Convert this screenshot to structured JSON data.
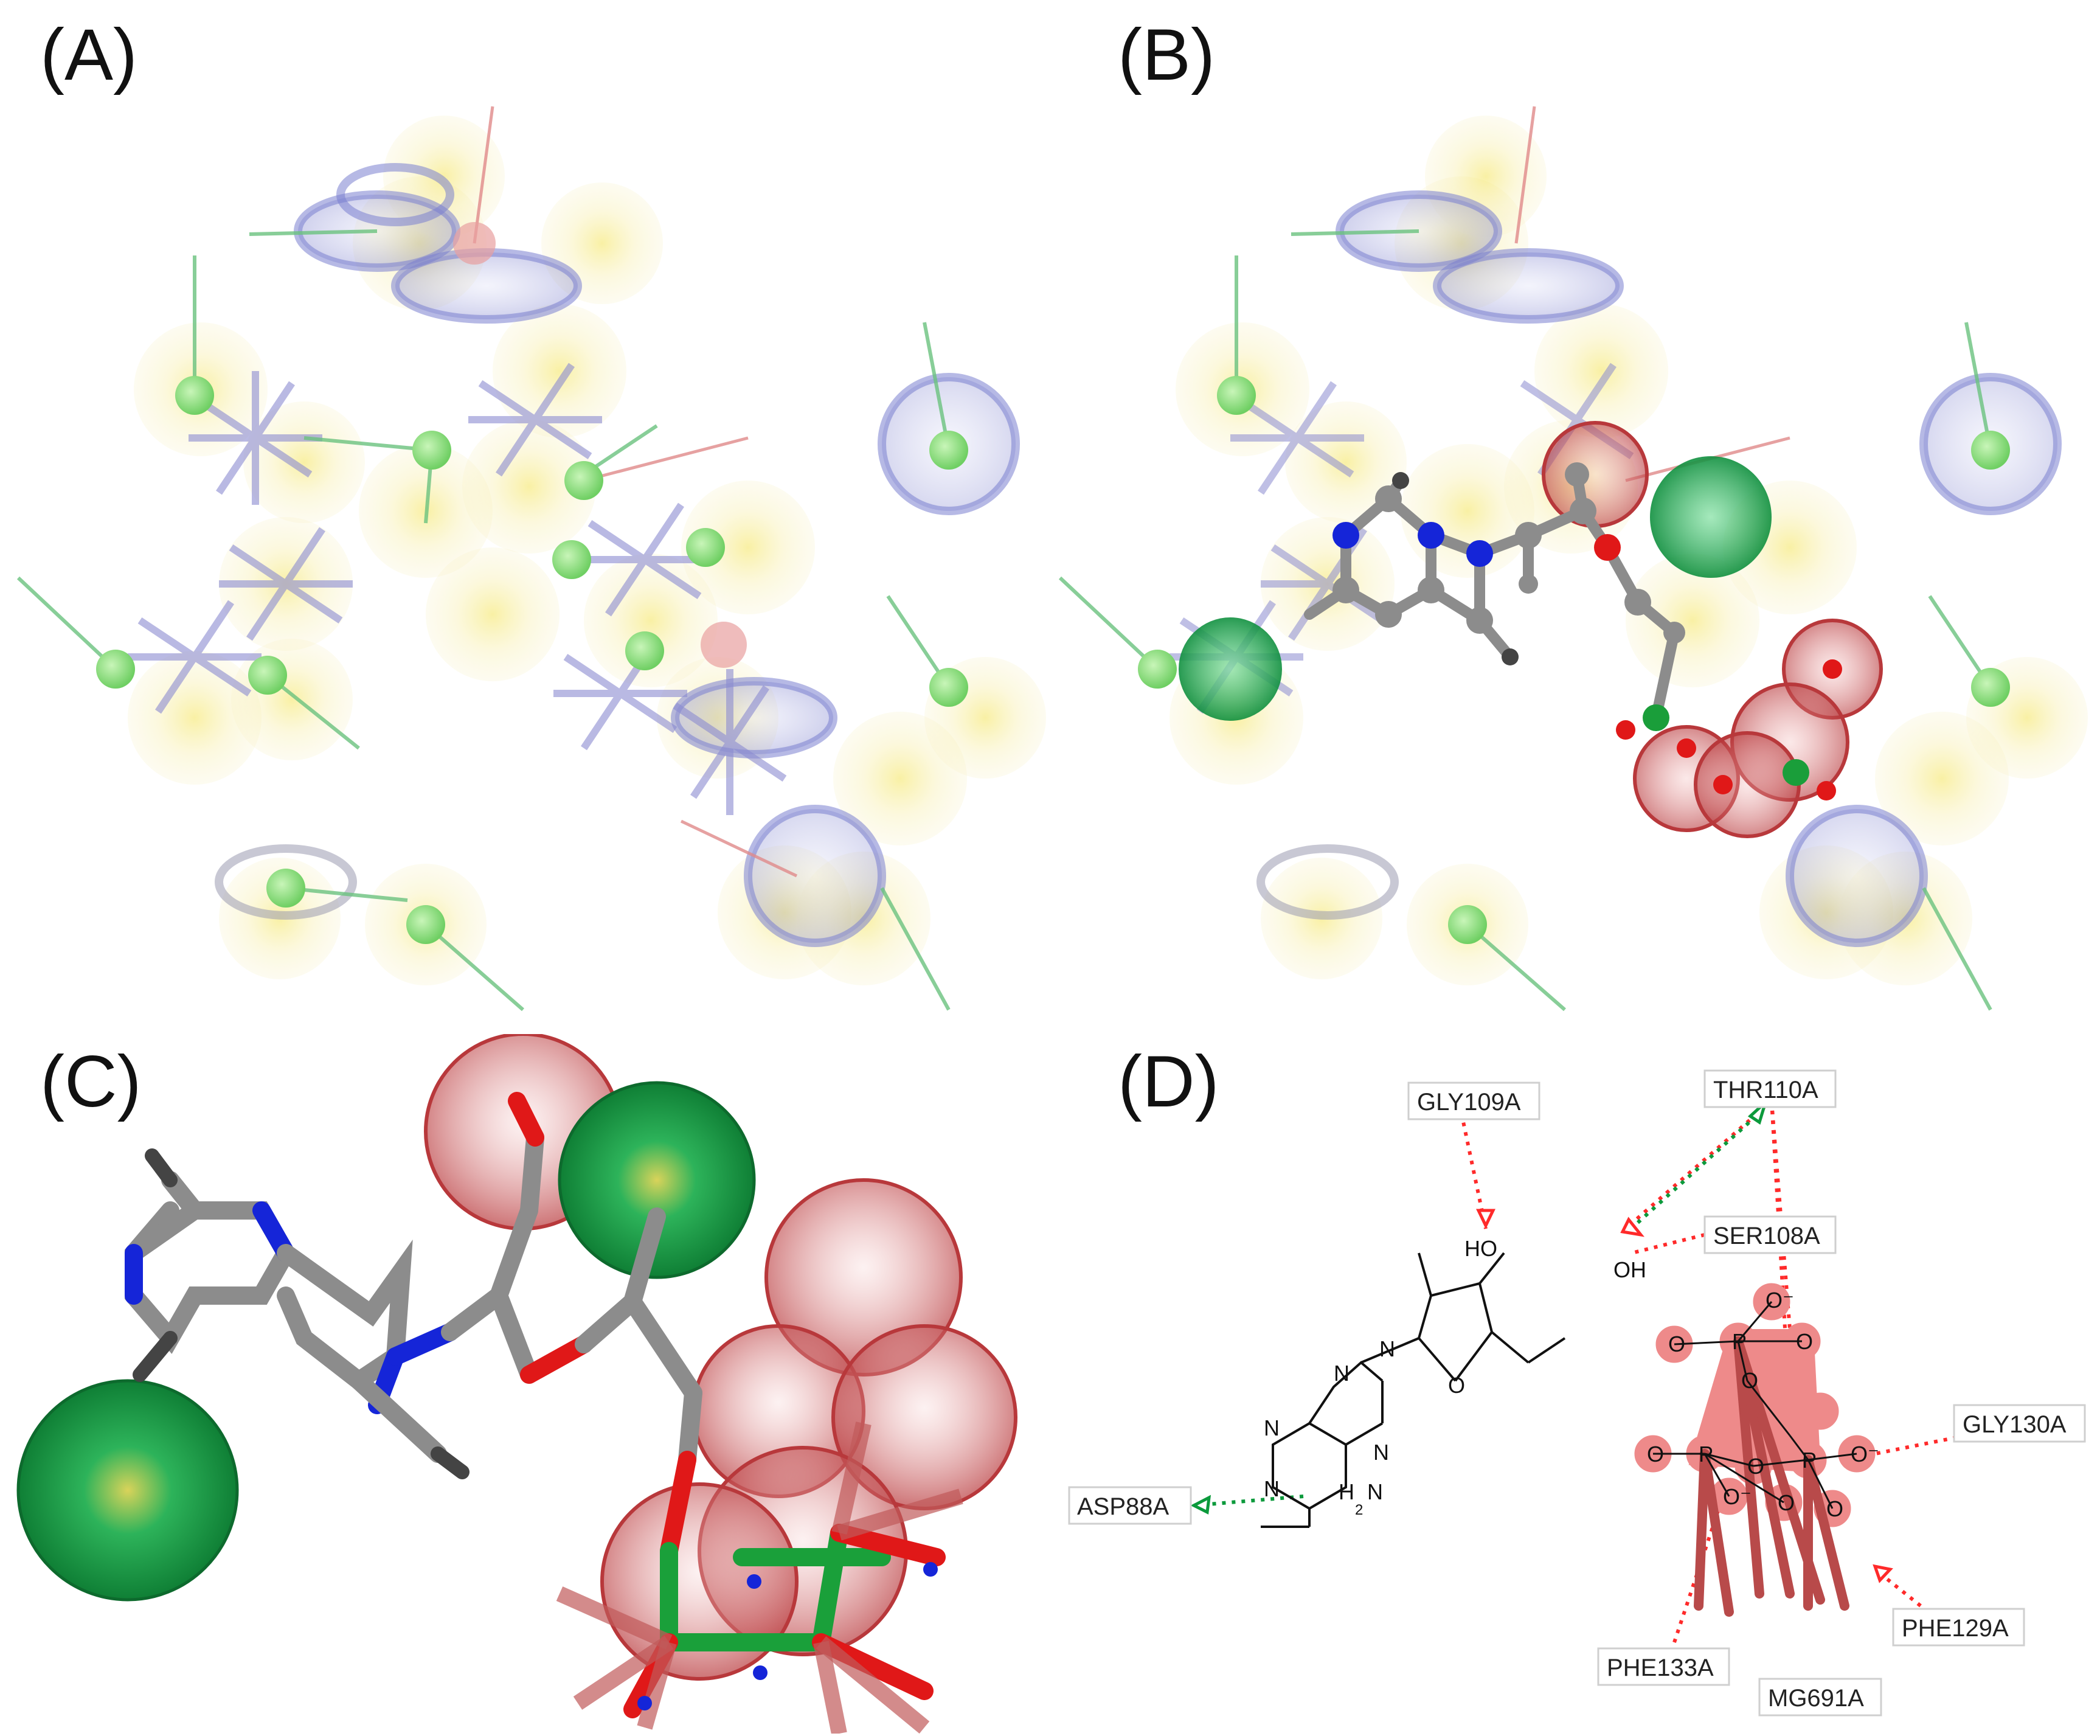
{
  "panels": {
    "a": {
      "label": "(A)"
    },
    "b": {
      "label": "(B)"
    },
    "c": {
      "label": "(C)"
    },
    "d": {
      "label": "(D)"
    }
  },
  "colors": {
    "hydrophobic": "#f2e26a",
    "hbond_acceptor_point": "#7fd36b",
    "aromatic": "#7a7fd0",
    "negative": "#c23a3a",
    "donor": "#1fa24a",
    "carbon": "#8c8c8c",
    "nitrogen": "#1525d8",
    "oxygen": "#e01818",
    "phosphorus": "#1aa03a",
    "acceptor_line": "#ff2a2a",
    "donor_line": "#0c9a3c",
    "residue_box": "#e8e8e8",
    "negative_ionizable_highlight": "#ee8a8a"
  },
  "residues": {
    "gly109": "GLY109A",
    "thr110": "THR110A",
    "ser108": "SER108A",
    "gly130": "GLY130A",
    "asp88": "ASP88A",
    "phe129": "PHE129A",
    "phe133": "PHE133A",
    "mg691": "MG691A"
  },
  "atoms": {
    "ho1": "HO",
    "oh": "OH",
    "o": "O",
    "n": "N",
    "h": "H",
    "sub2": "2",
    "p": "P",
    "o_minus": "O⁻"
  }
}
